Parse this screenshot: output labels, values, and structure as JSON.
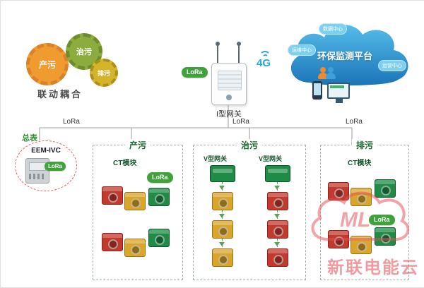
{
  "gears": {
    "produce": "产污",
    "treat": "治污",
    "discharge": "排污",
    "caption": "联动耦合"
  },
  "gateway": {
    "label": "I型网关",
    "lora": "LoRa",
    "network": "4G"
  },
  "cloud": {
    "title": "环保监测平台",
    "nodes": [
      "数据中心",
      "运维中心",
      "运营中心"
    ]
  },
  "bus": {
    "left": "LoRa",
    "center": "LoRa",
    "right": "LoRa"
  },
  "meter": {
    "group_label": "总表",
    "device_model": "EEM-IVC",
    "lora": "LoRa"
  },
  "boxes": {
    "produce": {
      "label": "产污",
      "module": "CT模块",
      "lora": "LoRa"
    },
    "treat": {
      "label": "治污",
      "gateway1": "V型网关",
      "gateway2": "V型网关"
    },
    "discharge": {
      "label": "排污",
      "module": "CT模块",
      "lora": "LoRa"
    }
  },
  "watermark": {
    "logo": "ML",
    "name": "新联电能云"
  },
  "colors": {
    "gear_orange": "#ef9b2f",
    "gear_green": "#8cad3e",
    "gear_yellow": "#d4b42a",
    "lora_green": "#3fa23a",
    "cloud_blue": "#2a8fd0",
    "module_red": "#c23a2e",
    "module_yellow": "#d9a62a",
    "module_green": "#1e8c46",
    "watermark_red": "#e84a52"
  }
}
